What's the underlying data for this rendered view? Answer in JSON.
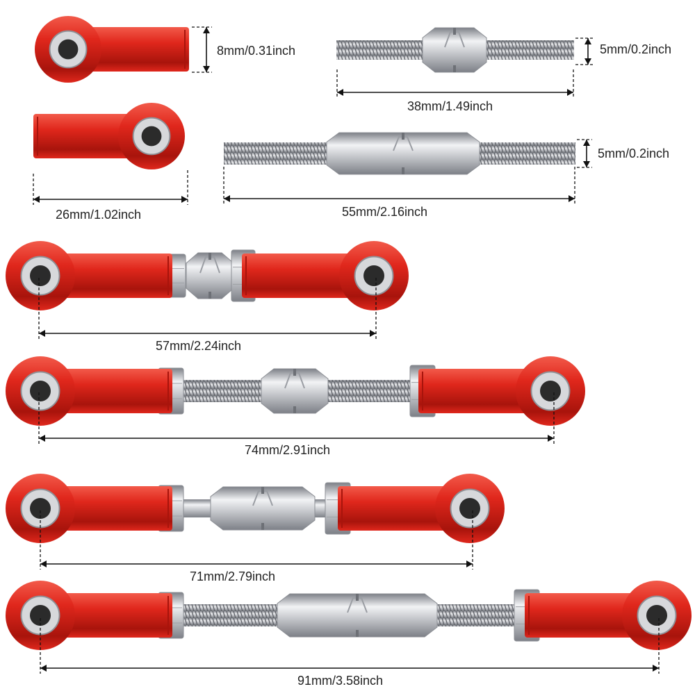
{
  "colors": {
    "red_main": "#e0271c",
    "red_dark": "#a8140c",
    "red_light": "#f25a4a",
    "silver_main": "#c9cbcf",
    "silver_light": "#f2f3f5",
    "silver_dark": "#7d8087",
    "hole_dark": "#2b2b2b",
    "dimension_line": "#111111"
  },
  "parts": {
    "rod_end_side": {
      "label": "8mm/0.31inch",
      "icon": "rod-end-red-aluminum"
    },
    "rod_end_length": {
      "label": "26mm/1.02inch",
      "icon": "rod-end-red-aluminum"
    },
    "turnbuckle_short": {
      "length_label": "38mm/1.49inch",
      "diameter_label": "5mm/0.2inch",
      "icon": "threaded-turnbuckle-silver"
    },
    "turnbuckle_long": {
      "length_label": "55mm/2.16inch",
      "diameter_label": "5mm/0.2inch",
      "icon": "threaded-turnbuckle-silver"
    }
  },
  "assemblies": [
    {
      "label": "57mm/2.24inch",
      "icon": "tie-rod-assembly"
    },
    {
      "label": "74mm/2.91inch",
      "icon": "tie-rod-assembly"
    },
    {
      "label": "71mm/2.79inch",
      "icon": "tie-rod-assembly"
    },
    {
      "label": "91mm/3.58inch",
      "icon": "tie-rod-assembly"
    }
  ]
}
